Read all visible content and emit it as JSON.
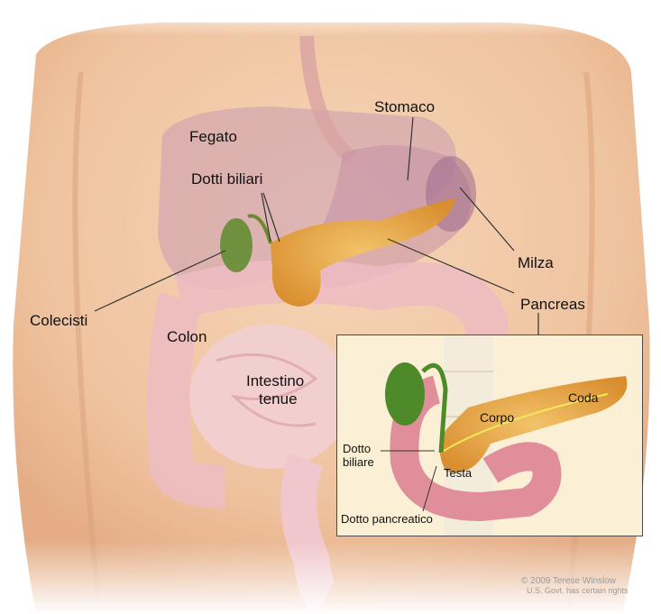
{
  "figure": {
    "type": "anatomical-illustration",
    "subject": "Abdominal organs with pancreas detail",
    "language": "it"
  },
  "labels": {
    "stomaco": "Stomaco",
    "fegato": "Fegato",
    "dotti_biliari": "Dotti biliari",
    "milza": "Milza",
    "pancreas": "Pancreas",
    "colecisti": "Colecisti",
    "colon": "Colon",
    "intestino_tenue_1": "Intestino",
    "intestino_tenue_2": "tenue"
  },
  "inset": {
    "coda": "Coda",
    "corpo": "Corpo",
    "dotto_biliare_1": "Dotto",
    "dotto_biliare_2": "biliare",
    "testa": "Testa",
    "dotto_pancreatico": "Dotto pancreatico"
  },
  "credit": {
    "line1": "© 2009 Terese Winslow",
    "line2": "U.S. Govt. has certain rights"
  },
  "colors": {
    "skin": "#f1c9a6",
    "skin_shadow": "#dea580",
    "organ_pink": "#eab7bd",
    "liver": "#cfa3b2",
    "pancreas": "#e9a94a",
    "gallbladder": "#5c8a2a",
    "inset_bg": "#fbf0d6",
    "leader_line": "#333333"
  }
}
